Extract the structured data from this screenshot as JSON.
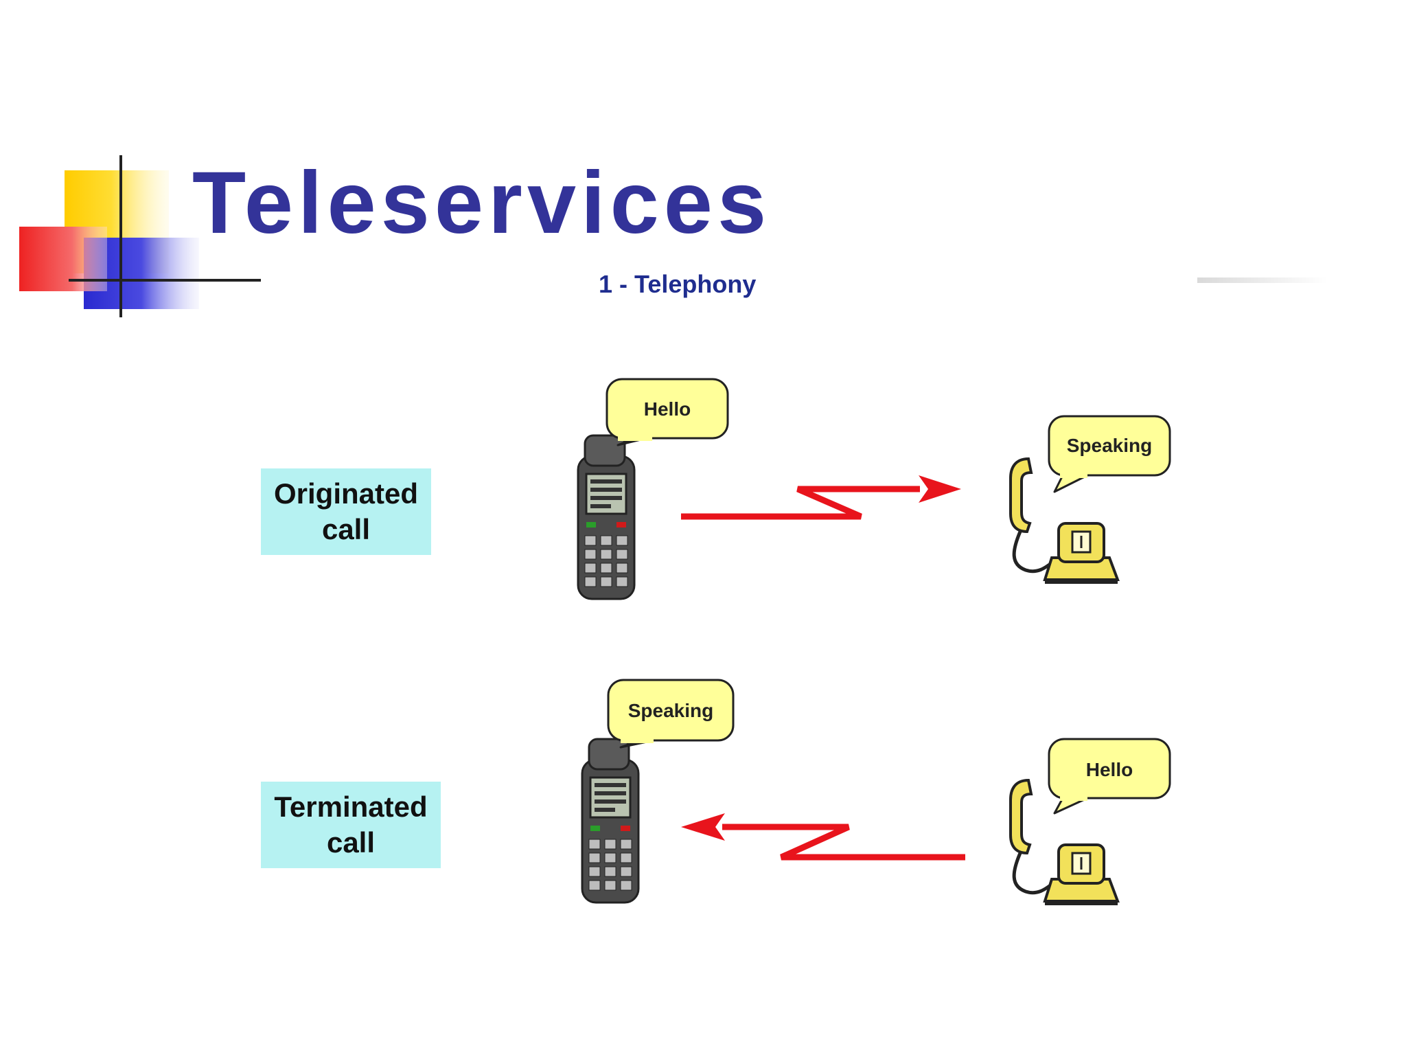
{
  "slide": {
    "title": "Teleservices",
    "subtitle": "1 - Telephony"
  },
  "rows": [
    {
      "label": "Originated\ncall",
      "mobile_bubble": "Hello",
      "landline_bubble": "Speaking",
      "direction": "mobile-to-landline"
    },
    {
      "label": "Terminated\ncall",
      "mobile_bubble": "Speaking",
      "landline_bubble": "Hello",
      "direction": "landline-to-mobile"
    }
  ],
  "colors": {
    "title": "#333399",
    "label_box": "#b6f2f2",
    "bubble_fill": "#ffff99",
    "signal": "#e8141c",
    "phone_yellow": "#f2e15a"
  },
  "icons": [
    "mobile-phone-icon",
    "landline-phone-icon",
    "signal-arrow-icon",
    "speech-bubble-icon"
  ]
}
